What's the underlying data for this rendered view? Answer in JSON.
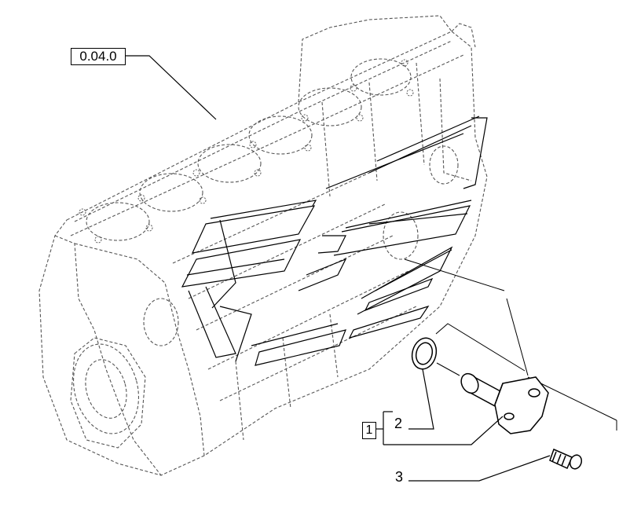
{
  "callouts": {
    "ref_label": "0.04.0",
    "assembly_number": "1",
    "part_2": "2",
    "part_3": "3"
  },
  "colors": {
    "line": "#000000",
    "background": "#ffffff",
    "phantom": "#555555"
  }
}
